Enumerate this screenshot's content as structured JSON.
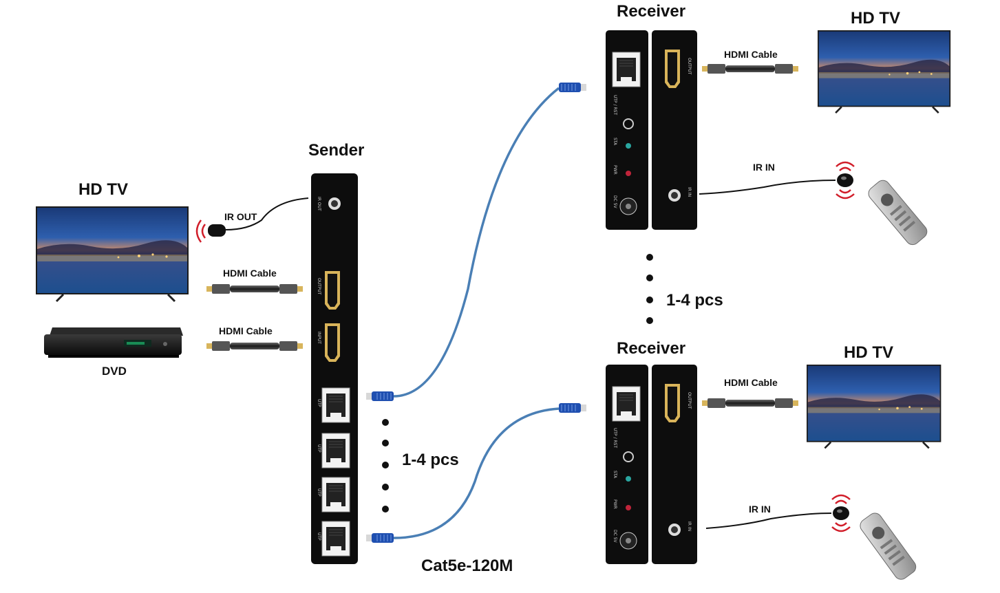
{
  "labels": {
    "sender": "Sender",
    "receiver_top": "Receiver",
    "receiver_bottom": "Receiver",
    "hdtv_left": "HD TV",
    "hdtv_top_right": "HD TV",
    "hdtv_bottom_right": "HD TV",
    "dvd": "DVD",
    "ir_out": "IR OUT",
    "hdmi_cable_output": "HDMI Cable",
    "hdmi_cable_input": "HDMI Cable",
    "hdmi_cable_rx_top": "HDMI Cable",
    "hdmi_cable_rx_bottom": "HDMI Cable",
    "ir_in_top": "IR IN",
    "ir_in_bottom": "IR IN",
    "pcs_sender": "1-4 pcs",
    "pcs_receiver": "1-4 pcs",
    "cable_spec": "Cat5e-120M"
  },
  "port_labels": {
    "sender_ir": "IR OUT",
    "sender_output": "OUTPUT",
    "sender_input": "INPUT",
    "sender_utp": "UTP",
    "rx_utp_rst": "UTP / RST",
    "rx_sta": "STA",
    "rx_pwr": "PWR",
    "rx_dc": "DC 5V",
    "rx_output": "OUTPUT",
    "rx_ir_in": "IR IN"
  },
  "colors": {
    "device": "#0d0d0d",
    "utp_cable": "#4a7fb5",
    "rj45_plug": "#1f4fb0",
    "ir_waves": "#d11e2a",
    "sta_led": "#2aa6a0",
    "pwr_led": "#c0243a"
  }
}
